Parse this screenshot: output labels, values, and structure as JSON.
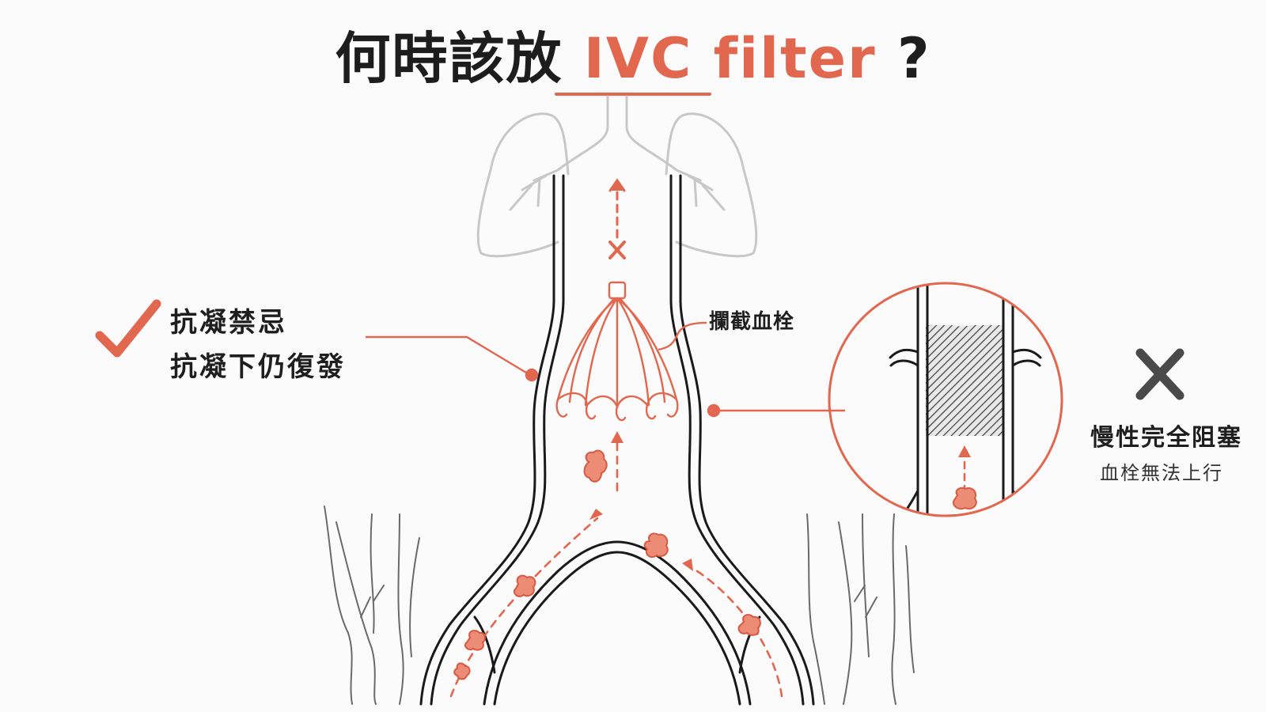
{
  "title": {
    "main": "何時該放 ",
    "accent": "IVC filter",
    "end": " ?"
  },
  "indications": {
    "line1": "抗凝禁忌",
    "line2": "抗凝下仍復發"
  },
  "filter_label": "攔截血栓",
  "contraindication": {
    "title": "慢性完全阻塞",
    "subtitle": "血栓無法上行"
  },
  "colors": {
    "accent": "#e2674f",
    "text": "#1e1e1e",
    "lung": "#c8c8c8",
    "cross": "#4a4a4a"
  },
  "icons": {
    "yes": "check-icon",
    "no": "cross-icon"
  }
}
